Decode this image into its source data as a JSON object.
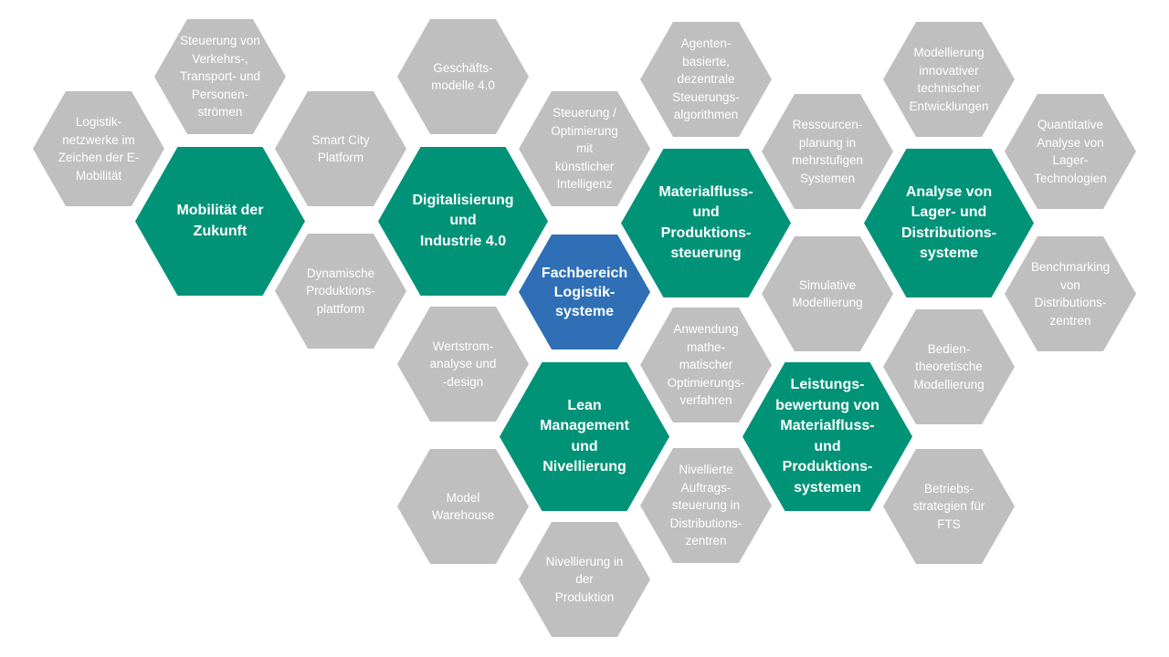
{
  "center": {
    "label": "Fachbereich\nLogistik-\nsysteme",
    "color": "#2f6fb5"
  },
  "main_topics": [
    {
      "label": "Mobilität der\nZukunft"
    },
    {
      "label": "Digitalisierung\nund\nIndustrie 4.0"
    },
    {
      "label": "Materialfluss-\nund\nProduktions-\nsteuerung"
    },
    {
      "label": "Analyse von\nLager- und\nDistributions-\nsysteme"
    },
    {
      "label": "Lean\nManagement\nund\nNivellierung"
    },
    {
      "label": "Leistungs-\nbewertung von\nMaterialfluss-\nund\nProduktions-\nsystemen"
    }
  ],
  "sub_topics": [
    {
      "label": "Logistik-\nnetzwerke im\nZeichen der E-\nMobilität"
    },
    {
      "label": "Steuerung von\nVerkehrs-,\nTransport- und\nPersonen-\nströmen"
    },
    {
      "label": "Smart City\nPlatform"
    },
    {
      "label": "Dynamische\nProduktions-\nplattform"
    },
    {
      "label": "Geschäfts-\nmodelle 4.0"
    },
    {
      "label": "Steuerung /\nOptimierung\nmit\nkünstlicher\nIntelligenz"
    },
    {
      "label": "Wertstrom-\nanalyse und\n-design"
    },
    {
      "label": "Model\nWarehouse"
    },
    {
      "label": "Nivellierung in\nder\nProduktion"
    },
    {
      "label": "Agenten-\nbasierte,\ndezentrale\nSteuerungs-\nalgorithmen"
    },
    {
      "label": "Anwendung\nmathe-\nmatischer\nOptimierungs-\nverfahren"
    },
    {
      "label": "Nivellierte\nAuftrags-\nsteuerung in\nDistributions-\nzentren"
    },
    {
      "label": "Ressourcen-\nplanung in\nmehrstufigen\nSystemen"
    },
    {
      "label": "Simulative\nModellierung"
    },
    {
      "label": "Modellierung\ninnovativer\ntechnischer\nEntwicklungen"
    },
    {
      "label": "Quantitative\nAnalyse von\nLager-\nTechnologien"
    },
    {
      "label": "Benchmarking\nvon\nDistributions-\nzentren"
    },
    {
      "label": "Bedien-\ntheoretische\nModellierung"
    },
    {
      "label": "Betriebs-\nstrategien für\nFTS"
    }
  ],
  "colors": {
    "main_topic": "#009378",
    "sub_topic": "#bfbfbf",
    "center": "#2f6fb5",
    "text": "#ffffff"
  }
}
